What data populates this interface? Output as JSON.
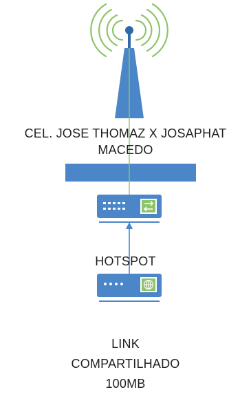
{
  "colors": {
    "device_fill": "#4a86c8",
    "device_dark": "#2e6aa8",
    "wifi_green": "#8fc46a",
    "text": "#1f1f1f",
    "background": "#ffffff"
  },
  "nodes": {
    "tower": {
      "icon": "wireless-tower-icon",
      "label_line1": "CEL. JOSE THOMAZ X JOSAPHAT",
      "label_line2": "MACEDO"
    },
    "switch": {
      "icon": "network-switch-icon",
      "label": "HOTSPOT"
    },
    "modem": {
      "icon": "internet-modem-icon"
    },
    "link": {
      "line1": "LINK",
      "line2": "COMPARTILHADO",
      "line3": "100MB"
    }
  }
}
